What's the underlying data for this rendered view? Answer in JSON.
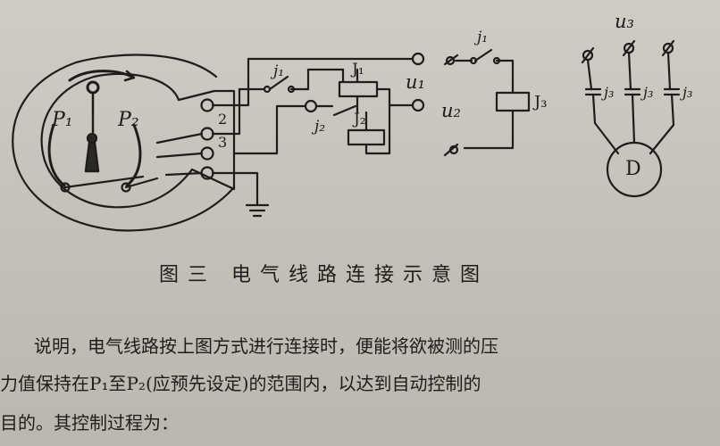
{
  "diagram": {
    "labels": {
      "p1": "P₁",
      "p2": "P₂",
      "t2": "2",
      "t3": "3",
      "j1_left": "j₁",
      "J1": "J₁",
      "J2": "J₂",
      "j2": "j₂",
      "u1": "u₁",
      "u2": "u₂",
      "j1_right": "j₁",
      "J3": "J₃",
      "u3": "u₃",
      "j3_a": "j₃",
      "j3_b": "j₃",
      "j3_c": "j₃",
      "motor": "D"
    }
  },
  "caption": "图三 电气线路连接示意图",
  "description": {
    "line1": "说明，电气线路按上图方式进行连接时，便能将欲被测的压",
    "line2": "力值保持在P₁至P₂(应预先设定)的范围内，以达到自动控制的",
    "line3": "目的。其控制过程为："
  },
  "colors": {
    "ink": "#1e1d1b",
    "paper": "#c7c4bd"
  }
}
